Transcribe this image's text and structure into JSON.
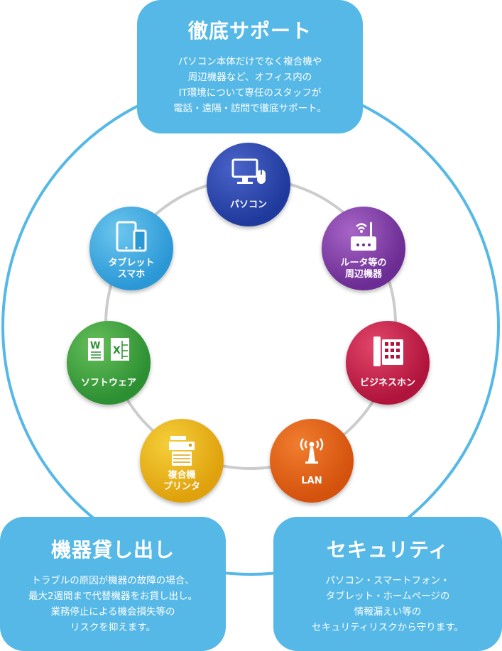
{
  "colors": {
    "card": "#56b8e6",
    "outer_ring": "#56b8e6",
    "inner_ring": "#cfcfcf",
    "pc": "#1f3a9c",
    "router": "#6b2c93",
    "business_phone": "#b0133b",
    "lan": "#d4520d",
    "printer": "#dfa10c",
    "software": "#2c8f32",
    "tablet": "#2b98d6"
  },
  "cards": {
    "support": {
      "title": "徹底サポート",
      "lines": [
        "パソコン本体だけでなく複合機や",
        "周辺機器など、オフィス内の",
        "IT環境について専任のスタッフが",
        "電話・遠隔・訪問で徹底サポート。"
      ]
    },
    "rental": {
      "title": "機器貸し出し",
      "lines": [
        "トラブルの原因が機器の故障の場合、",
        "最大2週間まで代替機器をお貸し出し。",
        "業務停止による機会損失等の",
        "リスクを抑えます。"
      ]
    },
    "security": {
      "title": "セキュリティ",
      "lines": [
        "パソコン・スマートフォン・",
        "タブレット・ホームページの",
        "情報漏えい等の",
        "セキュリティリスクから守ります。"
      ]
    }
  },
  "nodes": {
    "pc": {
      "label": "パソコン",
      "icon": "monitor-mouse-icon"
    },
    "router": {
      "line1": "ルータ等の",
      "line2": "周辺機器",
      "icon": "router-wifi-icon"
    },
    "business_phone": {
      "label": "ビジネスホン",
      "icon": "desk-phone-icon"
    },
    "lan": {
      "label": "LAN",
      "icon": "antenna-icon"
    },
    "printer": {
      "line1": "複合機",
      "line2": "プリンタ",
      "icon": "printer-icon"
    },
    "software": {
      "label": "ソフトウェア",
      "icon": "word-excel-icon"
    },
    "tablet": {
      "line1": "タブレット",
      "line2": "スマホ",
      "icon": "tablet-phone-icon"
    }
  }
}
